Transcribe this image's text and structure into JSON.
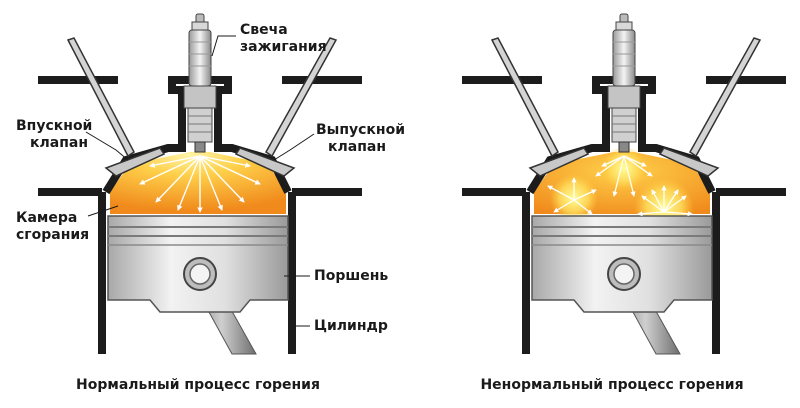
{
  "labels": {
    "spark_plug": [
      "Свеча",
      "зажигания"
    ],
    "intake_valve": [
      "Впускной",
      "клапан"
    ],
    "exhaust_valve": [
      "Выпускной",
      "клапан"
    ],
    "combustion_chamber": [
      "Камера",
      "сгорания"
    ],
    "piston": "Поршень",
    "cylinder": "Цилиндр"
  },
  "captions": {
    "normal": "Нормальный процесс горения",
    "abnormal": "Ненормальный процесс горения"
  },
  "colors": {
    "metal_dark": "#1c1c1c",
    "metal_light": "#e6e6e6",
    "flame_center": "#ffe27a",
    "flame_edge": "#f08a1c"
  }
}
